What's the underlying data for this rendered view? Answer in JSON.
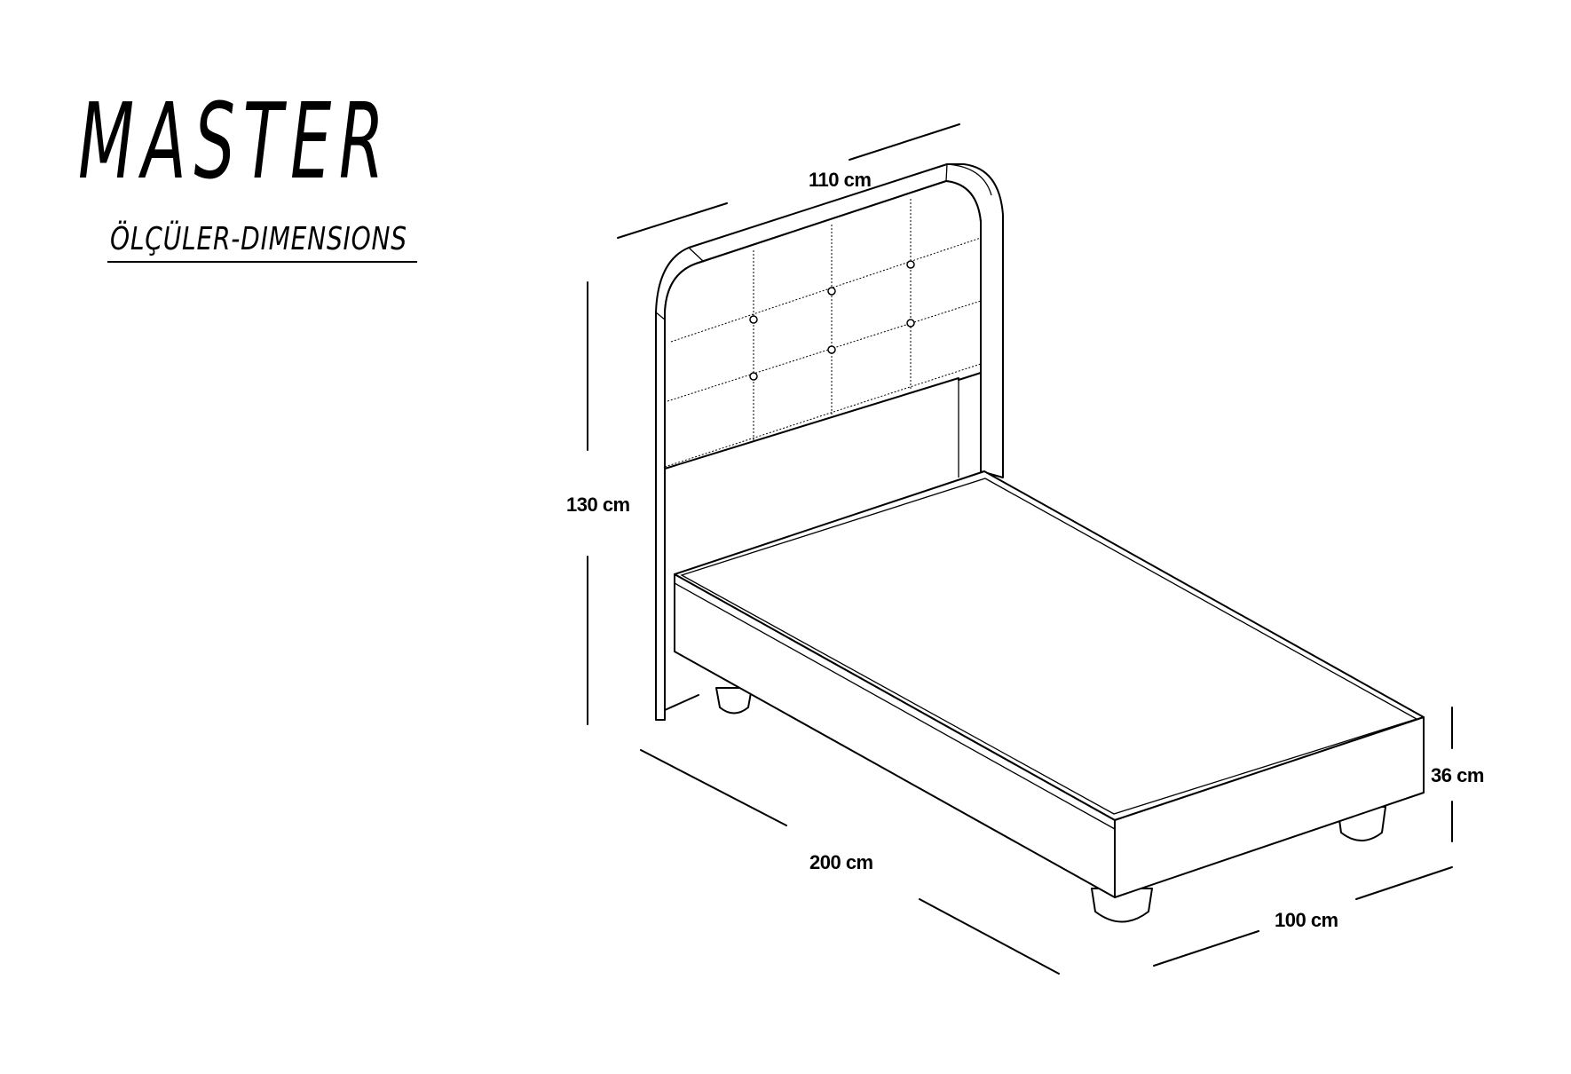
{
  "header": {
    "brand": "MASTER",
    "subtitle": "ÖLÇÜLER-DIMENSIONS"
  },
  "dimensions": {
    "width": "110 cm",
    "height": "130 cm",
    "length": "200 cm",
    "depth": "100 cm",
    "base_height": "36 cm"
  },
  "colors": {
    "line": "#000000",
    "background": "#ffffff"
  }
}
